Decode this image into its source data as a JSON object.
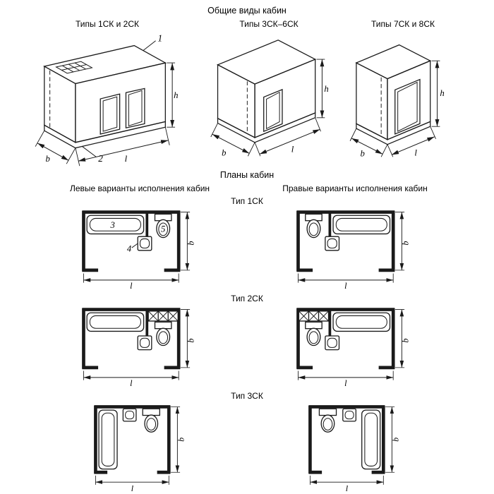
{
  "header": {
    "views_title": "Общие виды кабин",
    "plans_title": "Планы кабин"
  },
  "views": [
    {
      "label": "Типы 1СК и 2СК"
    },
    {
      "label": "Типы 3СК–6СК"
    },
    {
      "label": "Типы 7СК и 8СК"
    }
  ],
  "plans": {
    "left_header": "Левые варианты исполнения кабин",
    "right_header": "Правые варианты исполнения кабин",
    "rows": [
      {
        "label": "Тип 1СК"
      },
      {
        "label": "Тип 2СК"
      },
      {
        "label": "Тип 3СК"
      }
    ]
  },
  "dims": {
    "height": "h",
    "width": "b",
    "length": "l"
  },
  "callouts": {
    "roof_panel": "1",
    "base": "2",
    "bathtub": "3",
    "washbasin": "4",
    "toilet": "5"
  }
}
